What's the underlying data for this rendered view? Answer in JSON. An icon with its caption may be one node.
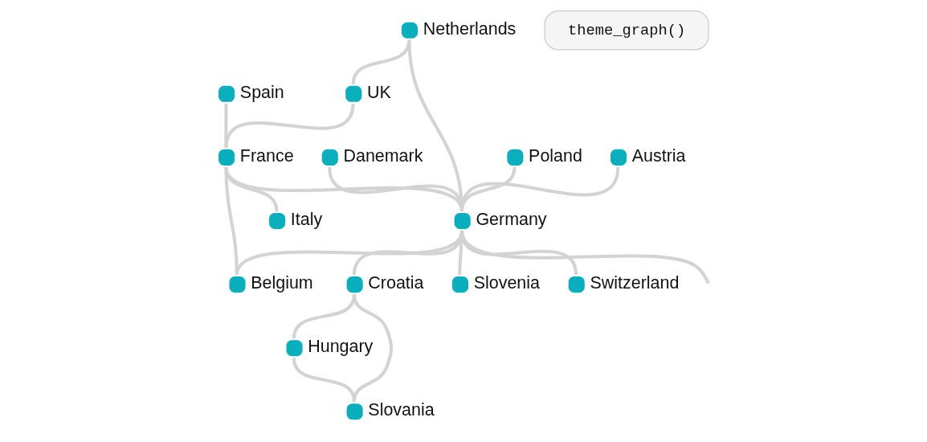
{
  "diagram": {
    "nodes": [
      {
        "text": [
          "Danemark"
        ]
      },
      {
        "text": [
          "Poland"
        ]
      },
      {
        "text": [
          "Netherlands"
        ]
      },
      {
        "text": [
          "Spain"
        ]
      },
      {
        "text": [
          "Austria"
        ]
      },
      {
        "text": [
          "UK"
        ]
      },
      {
        "text": [
          "France"
        ]
      },
      {
        "text": [
          "Germany"
        ]
      },
      {
        "text": [
          "Hungary"
        ]
      },
      {
        "text": [
          "Croatia"
        ]
      },
      {
        "text": [
          "Belgium"
        ]
      },
      {
        "text": [
          "Slovenia"
        ]
      },
      {
        "text": [
          "Italy"
        ]
      },
      {
        "text": [
          "Slovania"
        ]
      },
      {
        "text": [
          "Switzerland"
        ]
      }
    ],
    "edges": [
      {
        "from": 1,
        "to": 7,
        "arrow": "none"
      },
      {
        "from": 0,
        "to": 7,
        "arrow": "none"
      },
      {
        "from": 2,
        "to": 7,
        "arrow": "none"
      },
      {
        "from": 4,
        "to": 7,
        "arrow": "none"
      },
      {
        "from": 6,
        "to": 7,
        "arrow": "none"
      },
      {
        "from": 7,
        "to": 9,
        "arrow": "none"
      },
      {
        "from": 7,
        "to": 10,
        "arrow": "none"
      },
      {
        "from": 7,
        "to": 11,
        "arrow": "none"
      },
      {
        "from": 7,
        "to": 14,
        "arrow": "none"
      },
      {
        "from": 7,
        "to": null,
        "arrow": "none"
      },
      {
        "from": 2,
        "to": 5,
        "arrow": "none"
      },
      {
        "from": 5,
        "to": 6,
        "arrow": "none"
      },
      {
        "from": 3,
        "to": 6,
        "arrow": "none"
      },
      {
        "from": 6,
        "to": 12,
        "arrow": "none"
      },
      {
        "from": 6,
        "to": 10,
        "arrow": "none"
      },
      {
        "from": 9,
        "to": 8,
        "arrow": "none"
      },
      {
        "from": 8,
        "to": 13,
        "arrow": "none"
      },
      {
        "from": 9,
        "to": 13,
        "arrow": "none"
      }
    ],
    "labels": [
      "theme_graph()"
    ]
  }
}
